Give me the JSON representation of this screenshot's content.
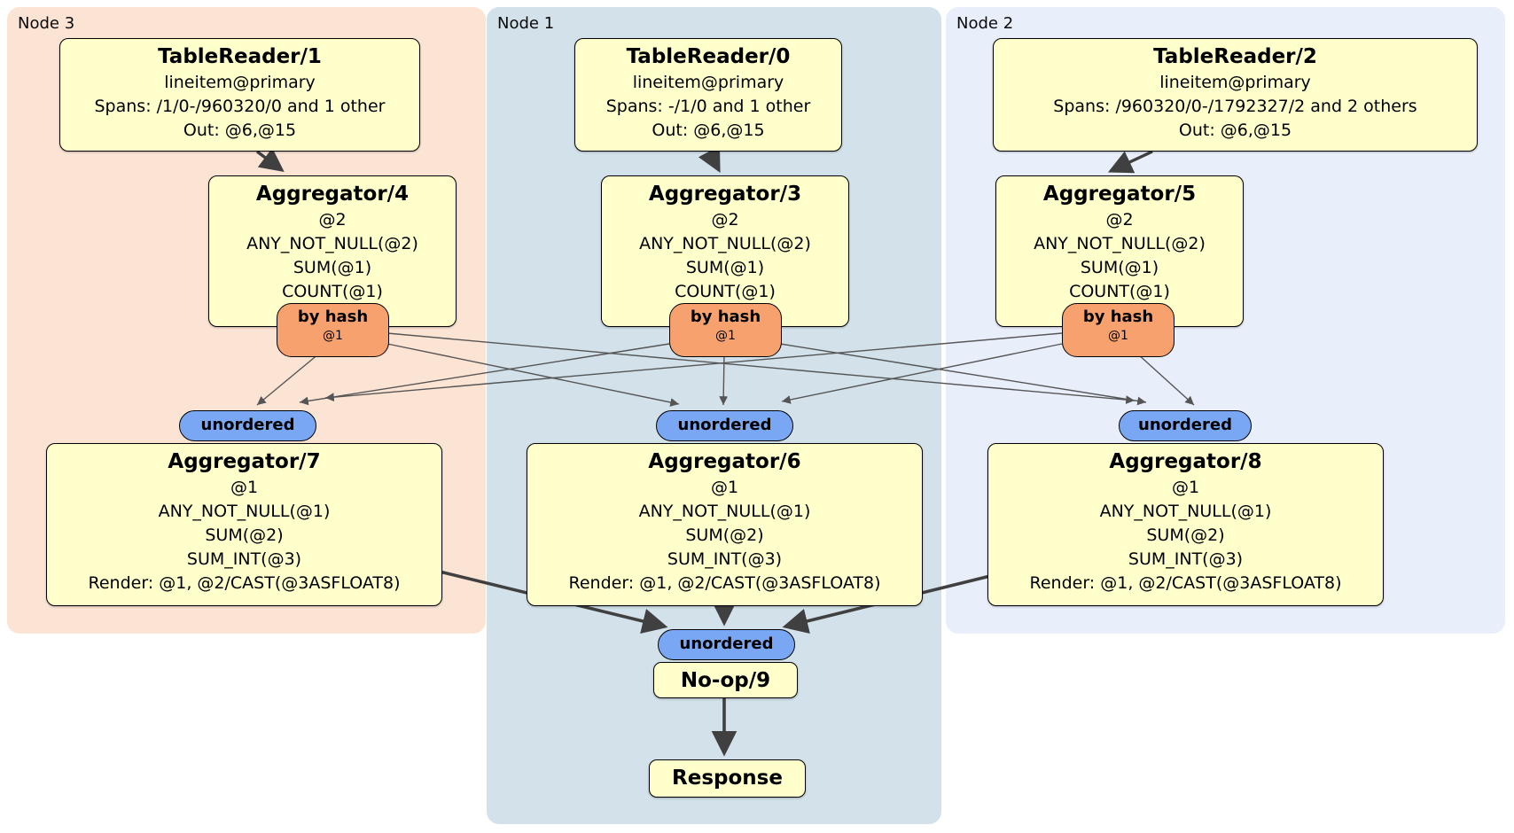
{
  "regions": {
    "node3": {
      "label": "Node 3"
    },
    "node1": {
      "label": "Node 1"
    },
    "node2": {
      "label": "Node 2"
    }
  },
  "processors": {
    "tr1": {
      "title": "TableReader/1",
      "lines": [
        "lineitem@primary",
        "Spans: /1/0-/960320/0 and 1 other",
        "Out: @6,@15"
      ]
    },
    "tr0": {
      "title": "TableReader/0",
      "lines": [
        "lineitem@primary",
        "Spans: -/1/0 and 1 other",
        "Out: @6,@15"
      ]
    },
    "tr2": {
      "title": "TableReader/2",
      "lines": [
        "lineitem@primary",
        "Spans: /960320/0-/1792327/2 and 2 others",
        "Out: @6,@15"
      ]
    },
    "agg4": {
      "title": "Aggregator/4",
      "lines": [
        "@2",
        "ANY_NOT_NULL(@2)",
        "SUM(@1)",
        "COUNT(@1)"
      ]
    },
    "agg3": {
      "title": "Aggregator/3",
      "lines": [
        "@2",
        "ANY_NOT_NULL(@2)",
        "SUM(@1)",
        "COUNT(@1)"
      ]
    },
    "agg5": {
      "title": "Aggregator/5",
      "lines": [
        "@2",
        "ANY_NOT_NULL(@2)",
        "SUM(@1)",
        "COUNT(@1)"
      ]
    },
    "agg7": {
      "title": "Aggregator/7",
      "lines": [
        "@1",
        "ANY_NOT_NULL(@1)",
        "SUM(@2)",
        "SUM_INT(@3)",
        "Render: @1, @2/CAST(@3ASFLOAT8)"
      ]
    },
    "agg6": {
      "title": "Aggregator/6",
      "lines": [
        "@1",
        "ANY_NOT_NULL(@1)",
        "SUM(@2)",
        "SUM_INT(@3)",
        "Render: @1, @2/CAST(@3ASFLOAT8)"
      ]
    },
    "agg8": {
      "title": "Aggregator/8",
      "lines": [
        "@1",
        "ANY_NOT_NULL(@1)",
        "SUM(@2)",
        "SUM_INT(@3)",
        "Render: @1, @2/CAST(@3ASFLOAT8)"
      ]
    },
    "noop": {
      "title": "No-op/9"
    },
    "response": {
      "title": "Response"
    }
  },
  "routers": {
    "by_hash": {
      "label": "by hash",
      "detail": "@1"
    },
    "sync": {
      "label": "unordered"
    }
  },
  "colors": {
    "node3_bg": "#fce4d4",
    "node1_bg": "#d2e1ea",
    "node2_bg": "#e9eefb",
    "processor_bg": "#ffffcc",
    "by_hash_bg": "#f7a26e",
    "unordered_bg": "#7aa7f3",
    "edge_thick": "#404040",
    "edge_thin": "#555555"
  }
}
